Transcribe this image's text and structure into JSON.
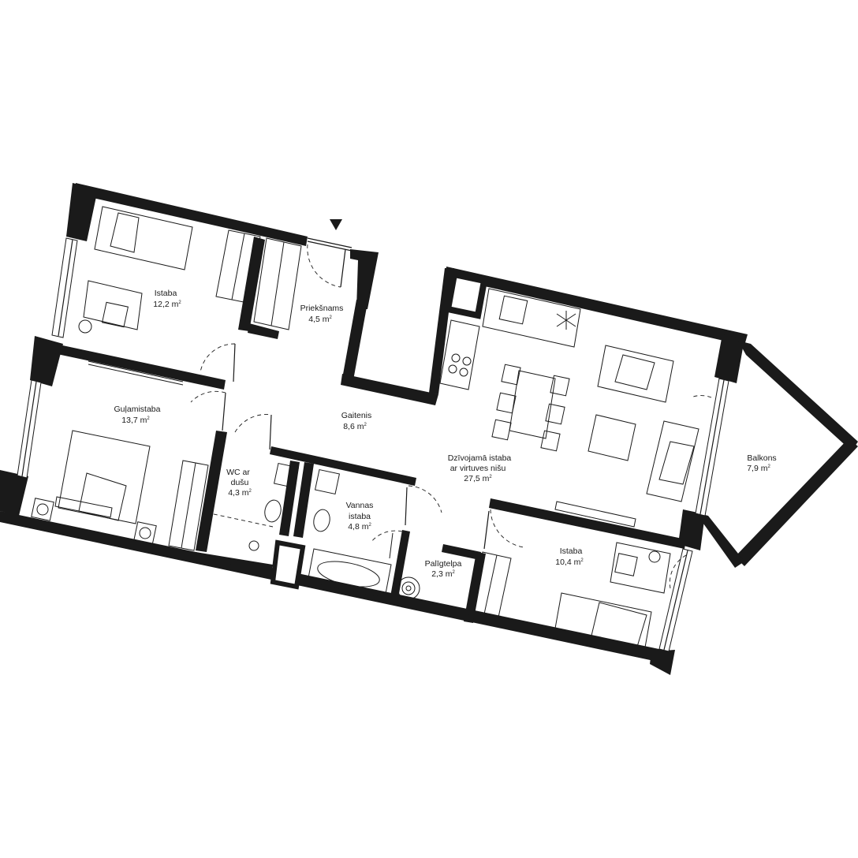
{
  "rooms": [
    {
      "id": "istaba-1",
      "name": "Istaba",
      "area": "12,2 m",
      "unit_sup": "2"
    },
    {
      "id": "prieksnams",
      "name": "Priekšnams",
      "area": "4,5 m",
      "unit_sup": "2"
    },
    {
      "id": "gulamistaba",
      "name": "Guļamistaba",
      "area": "13,7 m",
      "unit_sup": "2"
    },
    {
      "id": "gaitenis",
      "name": "Gaitenis",
      "area": "8,6 m",
      "unit_sup": "2"
    },
    {
      "id": "dzivojama",
      "name_lines": [
        "Dzīvojamā istaba",
        "ar virtuves nišu"
      ],
      "area": "27,5 m",
      "unit_sup": "2"
    },
    {
      "id": "wc",
      "name_lines": [
        "WC ar",
        "dušu"
      ],
      "area": "4,3 m",
      "unit_sup": "2"
    },
    {
      "id": "vannas",
      "name_lines": [
        "Vannas",
        "istaba"
      ],
      "area": "4,8 m",
      "unit_sup": "2"
    },
    {
      "id": "paligtelpa",
      "name": "Palīgtelpa",
      "area": "2,3 m",
      "unit_sup": "2"
    },
    {
      "id": "istaba-2",
      "name": "Istaba",
      "area": "10,4 m",
      "unit_sup": "2"
    },
    {
      "id": "balkons",
      "name": "Balkons",
      "area": "7,9 m",
      "unit_sup": "2"
    }
  ],
  "entrance_marker": "entrance-arrow",
  "colors": {
    "wall": "#1a1a1a",
    "background": "#ffffff"
  }
}
